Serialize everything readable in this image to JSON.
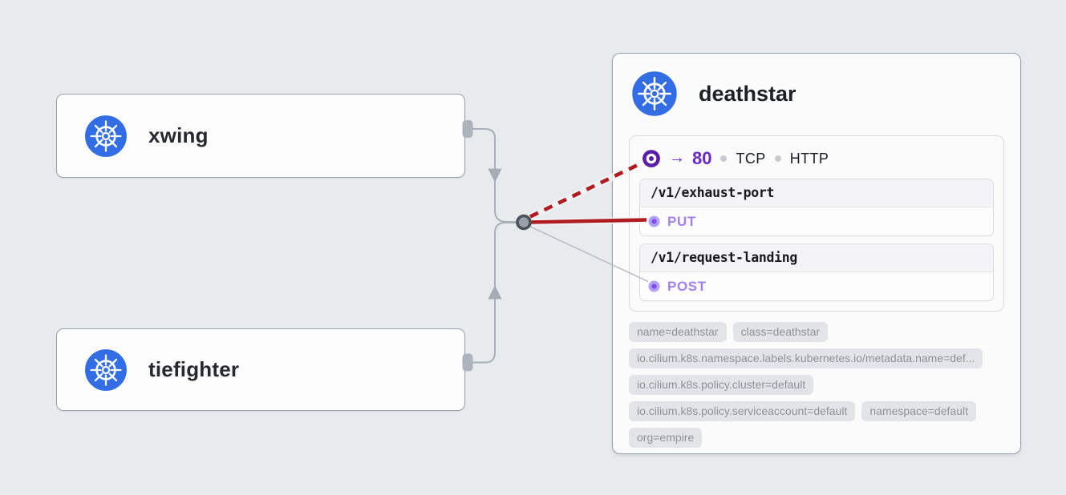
{
  "app": {
    "background": "#e8ebee"
  },
  "nodes": [
    {
      "label": "xwing"
    },
    {
      "label": "tiefighter"
    }
  ],
  "service": {
    "title": "deathstar",
    "port": {
      "arrow": "→",
      "number": "80",
      "protocols": [
        "TCP",
        "HTTP"
      ]
    },
    "endpoints": [
      {
        "path": "/v1/exhaust-port",
        "methods": [
          "PUT"
        ]
      },
      {
        "path": "/v1/request-landing",
        "methods": [
          "POST"
        ]
      }
    ],
    "labels": [
      "name=deathstar",
      "class=deathstar",
      "io.cilium.k8s.namespace.labels.kubernetes.io/metadata.name=def...",
      "io.cilium.k8s.policy.cluster=default",
      "io.cilium.k8s.policy.serviceaccount=default",
      "namespace=default",
      "org=empire"
    ]
  },
  "icons": {
    "kubernetes": "kubernetes-logo-icon",
    "port_target": "port-target-icon",
    "method_dot": "method-dot-icon",
    "separator_dot": "separator-dot-icon"
  },
  "colors": {
    "kubernetes_blue": "#326de6",
    "accent_purple": "#6a26c9",
    "port_icon_purple": "#5a1fa6",
    "method_purple": "#a280f7",
    "edge_red": "#b01b20",
    "edge_gray": "#a9afb6",
    "label_pill_bg": "#e3e4e7"
  }
}
